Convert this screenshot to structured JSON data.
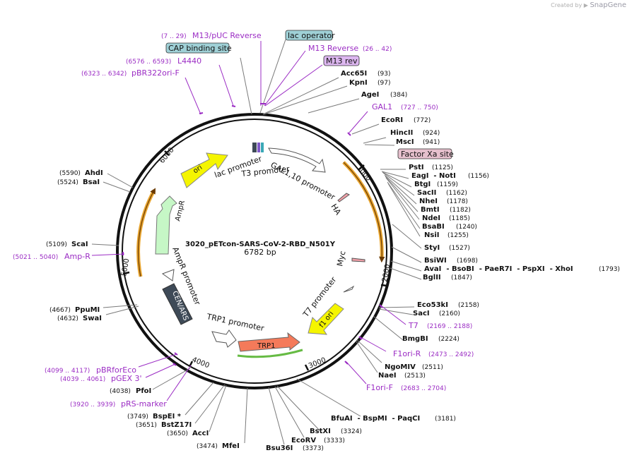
{
  "credit": {
    "prefix": "Created by",
    "brand": "SnapGene"
  },
  "plasmid": {
    "name": "3020_pETcon-SARS-CoV-2-RBD_N501Y",
    "length": "6782 bp"
  },
  "ticks": [
    "1000",
    "2000",
    "3000",
    "4000",
    "5000",
    "6000"
  ],
  "colors": {
    "enzyme": "#000000",
    "primer": "#9b2cc4",
    "line_enzyme": "#7a7a7a",
    "arc": "#e0a030"
  },
  "enzymes": [
    {
      "name": "Acc65I",
      "pos": "(93)"
    },
    {
      "name": "KpnI",
      "pos": "(97)"
    },
    {
      "name": "AgeI",
      "pos": "(384)"
    },
    {
      "name": "EcoRI",
      "pos": "(772)"
    },
    {
      "name": "HincII",
      "pos": "(924)"
    },
    {
      "name": "MscI",
      "pos": "(941)"
    },
    {
      "name": "PstI",
      "pos": "(1125)"
    },
    {
      "name": "EagI  - NotI",
      "pos": "(1156)"
    },
    {
      "name": "BtgI",
      "pos": "(1159)"
    },
    {
      "name": "SacII",
      "pos": "(1162)"
    },
    {
      "name": "NheI",
      "pos": "(1178)"
    },
    {
      "name": "BmtI",
      "pos": "(1182)"
    },
    {
      "name": "NdeI",
      "pos": "(1185)"
    },
    {
      "name": "BsaBI",
      "pos": "(1240)"
    },
    {
      "name": "NsiI",
      "pos": "(1255)"
    },
    {
      "name": "StyI",
      "pos": "(1527)"
    },
    {
      "name": "BsiWI",
      "pos": "(1698)"
    },
    {
      "name": "AvaI  - BsoBI  - PaeR7I  - PspXI  - XhoI",
      "pos": "(1793)"
    },
    {
      "name": "BglII",
      "pos": "(1847)"
    },
    {
      "name": "Eco53kI",
      "pos": "(2158)"
    },
    {
      "name": "SacI",
      "pos": "(2160)"
    },
    {
      "name": "BmgBI",
      "pos": "(2224)"
    },
    {
      "name": "NgoMIV",
      "pos": "(2511)"
    },
    {
      "name": "NaeI",
      "pos": "(2513)"
    },
    {
      "name": "BfuAI  - BspMI  - PaqCI",
      "pos": "(3181)"
    },
    {
      "name": "BstXI",
      "pos": "(3324)"
    },
    {
      "name": "EcoRV",
      "pos": "(3333)"
    },
    {
      "name": "Bsu36I",
      "pos": "(3373)"
    },
    {
      "name": "MfeI",
      "pos": "(3474)"
    },
    {
      "name": "AccI",
      "pos": "(3650)"
    },
    {
      "name": "BstZ17I",
      "pos": "(3651)"
    },
    {
      "name": "BspEI *",
      "pos": "(3749)"
    },
    {
      "name": "PfoI",
      "pos": "(4038)"
    },
    {
      "name": "SwaI",
      "pos": "(4632)"
    },
    {
      "name": "PpuMI",
      "pos": "(4667)"
    },
    {
      "name": "ScaI",
      "pos": "(5109)"
    },
    {
      "name": "BsaI",
      "pos": "(5524)"
    },
    {
      "name": "AhdI",
      "pos": "(5590)"
    }
  ],
  "primers": [
    {
      "name": "M13/pUC Reverse",
      "range": "(7 .. 29)"
    },
    {
      "name": "M13 Reverse",
      "range": "(26 .. 42)"
    },
    {
      "name": "L4440",
      "range": "(6576 .. 6593)"
    },
    {
      "name": "pBR322ori-F",
      "range": "(6323 .. 6342)"
    },
    {
      "name": "GAL1",
      "range": "(727 .. 750)"
    },
    {
      "name": "T7",
      "range": "(2169 .. 2188)"
    },
    {
      "name": "F1ori-R",
      "range": "(2473 .. 2492)"
    },
    {
      "name": "F1ori-F",
      "range": "(2683 .. 2704)"
    },
    {
      "name": "pBRforEco",
      "range": "(4099 .. 4117)"
    },
    {
      "name": "pGEX 3'",
      "range": "(4039 .. 4061)"
    },
    {
      "name": "pRS-marker",
      "range": "(3920 .. 3939)"
    },
    {
      "name": "Amp-R",
      "range": "(5021 .. 5040)"
    }
  ],
  "boxed_labels": [
    {
      "name": "lac operator",
      "fill": "#9fd0d6"
    },
    {
      "name": "CAP binding site",
      "fill": "#9fd0d6"
    },
    {
      "name": "M13 rev",
      "fill": "#dcb6ef"
    },
    {
      "name": "Factor Xa site",
      "fill": "#e6c0cd"
    }
  ],
  "features": [
    {
      "name": "ori",
      "fill": "#f5f500"
    },
    {
      "name": "lac promoter",
      "fill": "#ffffff"
    },
    {
      "name": "T3 promoter",
      "fill": "#ffffff"
    },
    {
      "name": "GAL1,10 promoter",
      "fill": "#ffffff"
    },
    {
      "name": "HA",
      "fill": "#f0a0a8"
    },
    {
      "name": "Myc",
      "fill": "#f0a0a8"
    },
    {
      "name": "T7 promoter",
      "fill": "#ffffff"
    },
    {
      "name": "f1 ori",
      "fill": "#f5f500"
    },
    {
      "name": "TRP1",
      "fill": "#f47a5a"
    },
    {
      "name": "TRP1 promoter",
      "fill": "#ffffff"
    },
    {
      "name": "CEN/ARS",
      "fill": "#3e4a57"
    },
    {
      "name": "AmpR promoter",
      "fill": "#ffffff"
    },
    {
      "name": "AmpR",
      "fill": "#c6f7c6"
    }
  ]
}
